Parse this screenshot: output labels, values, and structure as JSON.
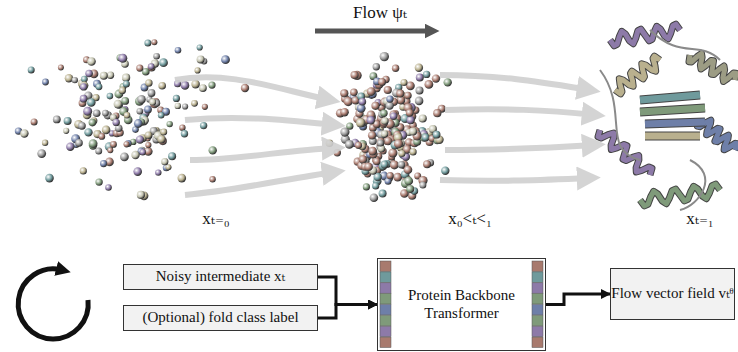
{
  "diagram": {
    "nodes": [
      {
        "text": [
          "Noisy intermediate xₜ"
        ]
      },
      {
        "text": [
          "(Optional) fold class label"
        ]
      },
      {
        "text": [
          "Protein Backbone Transformer"
        ]
      },
      {
        "text": [
          "Flow vector field vₜᶿ"
        ]
      }
    ],
    "edges": [
      {
        "from": 0,
        "to": 2,
        "arrow": "to"
      },
      {
        "from": 1,
        "to": 2,
        "arrow": "to"
      },
      {
        "from": 2,
        "to": 3,
        "arrow": "to"
      }
    ],
    "labels": [
      "Flow ψₜ",
      "xₜ₌₀",
      "x₀<ₜ<₁",
      "xₜ₌₁"
    ]
  }
}
